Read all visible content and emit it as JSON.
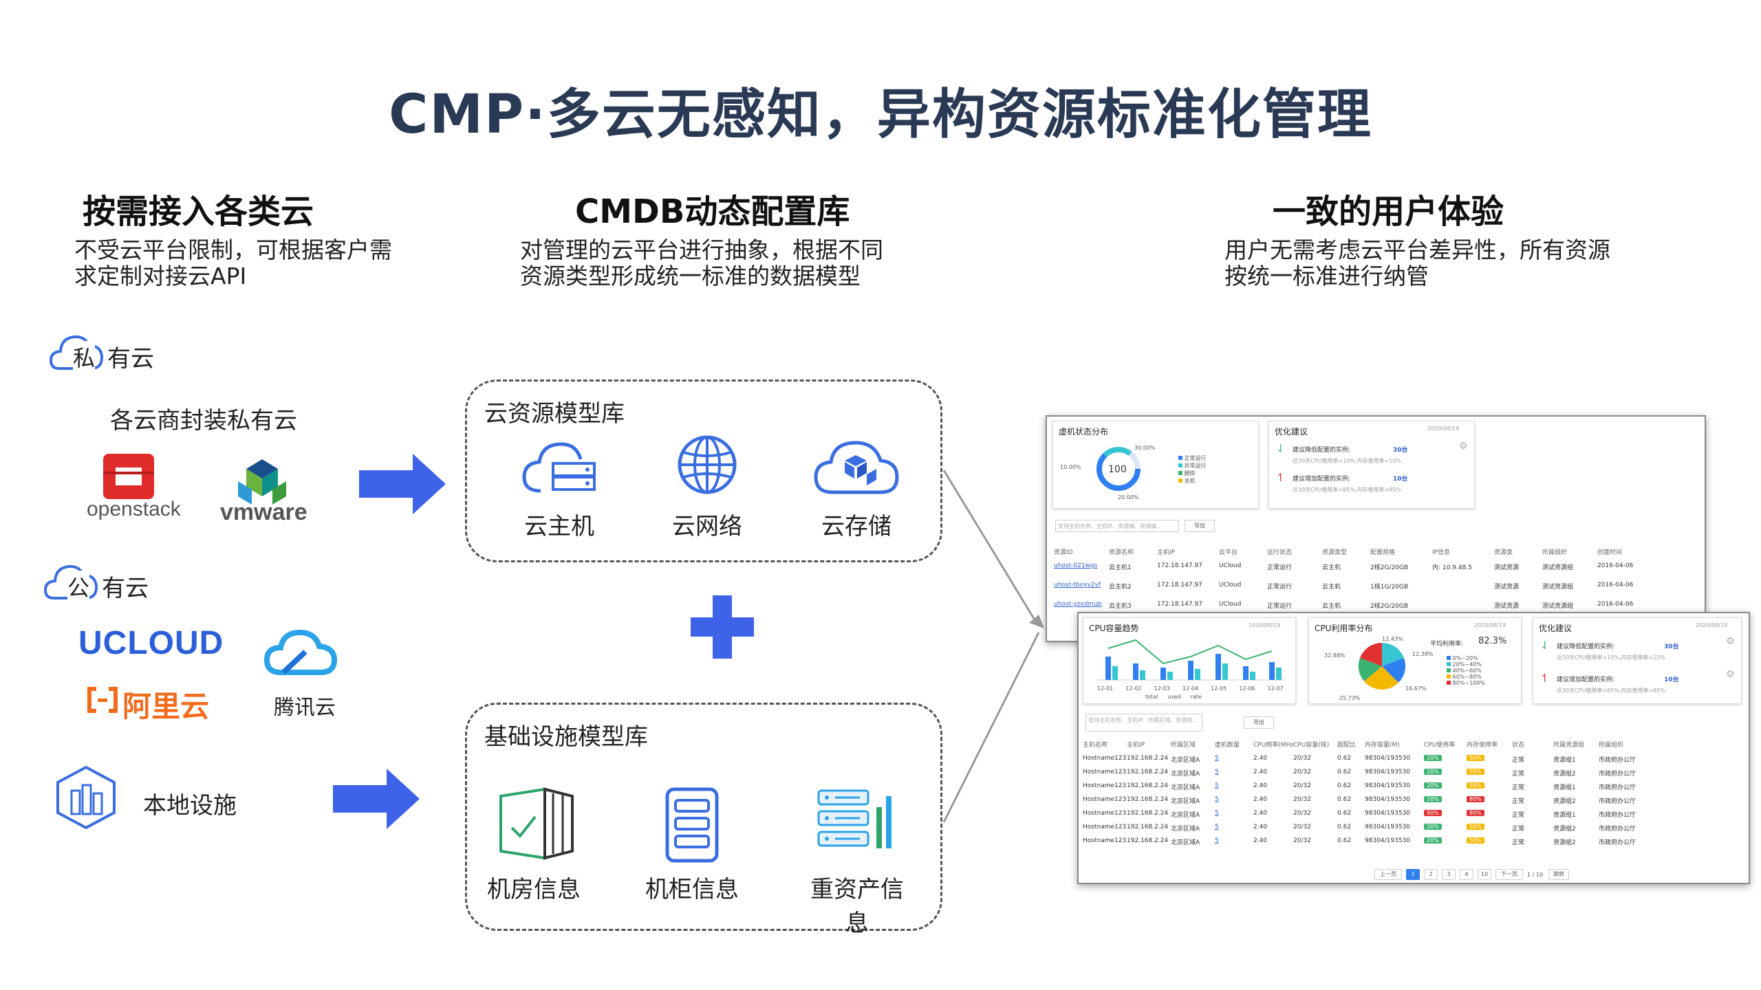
{
  "title": "CMP·多云无感知，异构资源标准化管理",
  "columns": {
    "col1": {
      "heading": "按需接入各类云",
      "desc_line1": "不受云平台限制，可根据客户需",
      "desc_line2": "求定制对接云API"
    },
    "col2": {
      "heading": "CMDB动态配置库",
      "desc_line1": "对管理的云平台进行抽象，根据不同",
      "desc_line2": "资源类型形成统一标准的数据模型"
    },
    "col3": {
      "heading": "一致的用户体验",
      "desc_line1": "用户无需考虑云平台差异性，所有资源",
      "desc_line2": "按统一标准进行纳管"
    }
  },
  "private_cloud": {
    "icon_char": "私",
    "label": "有云",
    "sublabel": "各云商封装私有云",
    "logos": {
      "openstack": "openstack",
      "vmware": "vmware"
    }
  },
  "public_cloud": {
    "icon_char": "公",
    "label": "有云",
    "logos": {
      "ucloud": "UCLOUD",
      "aliyun": "阿里云",
      "tencent": "腾讯云"
    }
  },
  "local": {
    "label": "本地设施"
  },
  "cloud_model_box": {
    "title": "云资源模型库",
    "items": [
      "云主机",
      "云网络",
      "云存储"
    ]
  },
  "infra_model_box": {
    "title": "基础设施模型库",
    "items": [
      "机房信息",
      "机柜信息",
      "重资产信息"
    ]
  },
  "colors": {
    "arrow": "#3f63e8",
    "plus": "#3f63e8",
    "title": "#2a3a55",
    "icon_blue": "#3a6ee0",
    "icon_green": "#2ea36b"
  },
  "screenshot_back": {
    "vm_panel": {
      "title": "虚机状态分布",
      "center_value": "100",
      "pct_top": "30.00%",
      "pct_left": "10.00%",
      "pct_bottom": "20.00%",
      "legend": [
        "正常运行",
        "异常运行",
        "删除",
        "关机"
      ]
    },
    "opt_panel": {
      "title": "优化建议",
      "date": "2020/08/19",
      "rec1_label": "建议降低配置的实例:",
      "rec1_val": "30台",
      "rec1_sub": "近30天CPU使用率<10%,内存使用率<10%",
      "rec2_label": "建议增加配置的实例:",
      "rec2_val": "10台",
      "rec2_sub": "近30天CPU使用率>85%,内存使用率>85%"
    },
    "search_placeholder": "支持主机名称、主机IP、资源编、资源编...",
    "export_label": "导出",
    "headers": [
      "资源ID",
      "资源名称",
      "主机IP",
      "云平台",
      "运行状态",
      "资源类型",
      "配置规格",
      "IP信息",
      "资源类",
      "所属组织",
      "创建时间"
    ],
    "rows": [
      [
        "uhost-021wgs",
        "云主机1",
        "172.18.147.97",
        "UCloud",
        "正常运行",
        "云主机",
        "2核2G/20GB",
        "内: 10.9.48.5",
        "测试资源",
        "测试资源组",
        "2016-04-06"
      ],
      [
        "uhost-tboyv2vf",
        "云主机2",
        "172.18.147.97",
        "UCloud",
        "正常运行",
        "云主机",
        "1核1G/20GB",
        "",
        "测试资源",
        "测试资源组",
        "2016-04-06"
      ],
      [
        "uhost-yzxdmub",
        "云主机3",
        "172.18.147.97",
        "UCloud",
        "正常运行",
        "云主机",
        "2核2G/20GB",
        "",
        "测试资源",
        "测试资源组",
        "2016-04-06"
      ]
    ]
  },
  "screenshot_front": {
    "trend_panel": {
      "title": "CPU容量趋势",
      "date": "2020/08/19",
      "x_labels": [
        "12-01",
        "12-02",
        "12-03",
        "12-04",
        "12-05",
        "12-06",
        "12-07"
      ],
      "legend": [
        "total",
        "used",
        "rate"
      ]
    },
    "usage_panel": {
      "title": "CPU利用率分布",
      "date": "2020/08/19",
      "avg_label": "平均利用率:",
      "avg_value": "82.3%",
      "legend": [
        "0%~20%",
        "20%~40%",
        "40%~60%",
        "60%~80%",
        "80%~100%"
      ],
      "pcts": [
        "12.43%",
        "12.38%",
        "32.88%",
        "25.73%",
        "16.67%"
      ]
    },
    "opt_panel": {
      "title": "优化建议",
      "date": "2020/08/19",
      "rec1_label": "建议降低配置的实例:",
      "rec1_val": "30台",
      "rec1_sub": "近30天CPU使用率<10%,内存使用率<10%",
      "rec2_label": "建议增加配置的实例:",
      "rec2_val": "10台",
      "rec2_sub": "近30天CPU使用率>85%,内存使用率>85%"
    },
    "search_placeholder": "支持主机名称、主机IP、所属区域、资源组...",
    "export_label": "导出",
    "headers": [
      "主机名称",
      "主机IP",
      "所属区域",
      "虚机数量",
      "CPU频率(MHz)",
      "CPU容量(核)",
      "超配比",
      "内存容量(M)",
      "CPU使用率",
      "内存使用率",
      "状态",
      "所属资源组",
      "所属组织"
    ],
    "rows": [
      [
        "Hostname123",
        "192.168.2.24",
        "北京区域A",
        "5",
        "2.40",
        "20/32",
        "0.62",
        "98304/193530",
        "20%",
        "50%",
        "正常",
        "资源组1",
        "市政府办公厅"
      ],
      [
        "Hostname123",
        "192.168.2.24",
        "北京区域A",
        "5",
        "2.40",
        "20/32",
        "0.62",
        "98304/193530",
        "20%",
        "50%",
        "正常",
        "资源组2",
        "市政府办公厅"
      ],
      [
        "Hostname123",
        "192.168.2.24",
        "北京区域A",
        "5",
        "2.40",
        "20/32",
        "0.62",
        "98304/193530",
        "20%",
        "50%",
        "正常",
        "资源组1",
        "市政府办公厅"
      ],
      [
        "Hostname123",
        "192.168.2.24",
        "北京区域A",
        "5",
        "2.40",
        "20/32",
        "0.62",
        "98304/193530",
        "20%",
        "80%",
        "正常",
        "资源组2",
        "市政府办公厅"
      ],
      [
        "Hostname123",
        "192.168.2.24",
        "北京区域A",
        "5",
        "2.40",
        "20/32",
        "0.62",
        "98304/193530",
        "90%",
        "80%",
        "正常",
        "资源组1",
        "市政府办公厅"
      ],
      [
        "Hostname123",
        "192.168.2.24",
        "北京区域A",
        "5",
        "2.40",
        "20/32",
        "0.62",
        "98304/193530",
        "20%",
        "50%",
        "正常",
        "资源组2",
        "市政府办公厅"
      ],
      [
        "Hostname123",
        "192.168.2.24",
        "北京区域A",
        "5",
        "2.40",
        "20/32",
        "0.62",
        "98304/193530",
        "20%",
        "50%",
        "正常",
        "资源组2",
        "市政府办公厅"
      ]
    ],
    "pagination": {
      "prev": "上一页",
      "pages": [
        "1",
        "2",
        "3",
        "4",
        "10"
      ],
      "next": "下一页",
      "page_info": "1 / 10",
      "jump": "跳转"
    }
  }
}
